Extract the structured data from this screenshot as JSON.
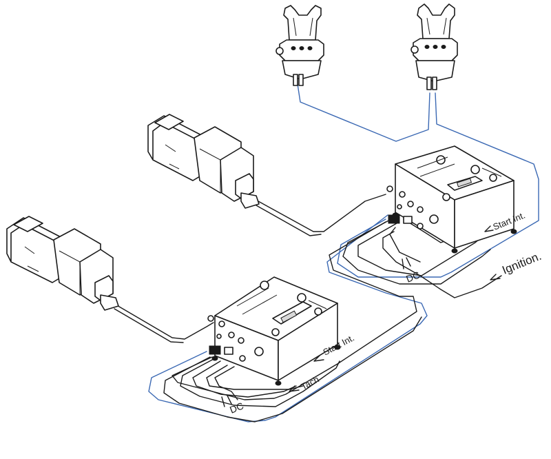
{
  "labels": {
    "start_int_right": "Start Int.",
    "ignition": "Ignition.",
    "dc_right": "DC",
    "start_int_left": "Start Int.",
    "tach": "Tach",
    "dc_left": "DC"
  },
  "colors": {
    "line": "#1a1a1a",
    "blue_cable": "#3a68b3",
    "background": "#ffffff"
  }
}
